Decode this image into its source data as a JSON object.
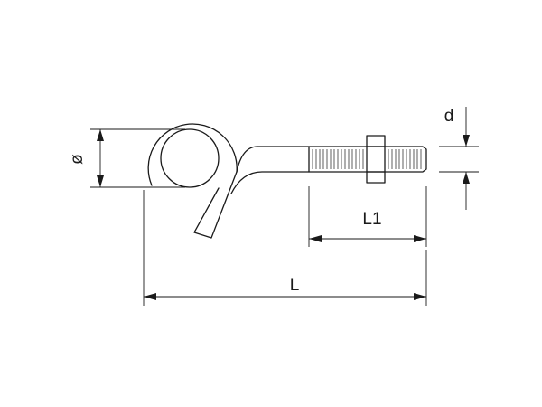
{
  "labels": {
    "diameter": "ø",
    "thread_diameter": "d",
    "thread_length": "L1",
    "total_length": "L"
  }
}
